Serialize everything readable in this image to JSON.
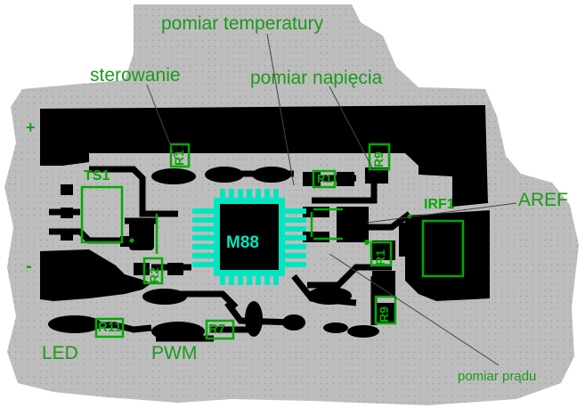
{
  "labels": {
    "pomiar_temperatury": "pomiar temperatury",
    "sterowanie": "sterowanie",
    "pomiar_napiecia": "pomiar napięcia",
    "aref": "AREF",
    "plus": "+",
    "minus": "-",
    "led": "LED",
    "pwm": "PWM",
    "pomiar_pradu": "pomiar prądu"
  },
  "silkscreen": {
    "chip": "M88",
    "ts1": "TS1",
    "irf1": "IRF1",
    "r1_top": "R1",
    "r9_top": "R9",
    "r_small": "R1",
    "r_vert": "R1",
    "r2": "R2",
    "r9_bottom": "R9",
    "r11": "R11",
    "r7": "R7"
  },
  "colors": {
    "board": "#bfbfbf",
    "copper": "#000000",
    "silk": "#00aa00",
    "chip": "#00e6c0",
    "label": "#1a9a1a",
    "leader": "#444444"
  }
}
